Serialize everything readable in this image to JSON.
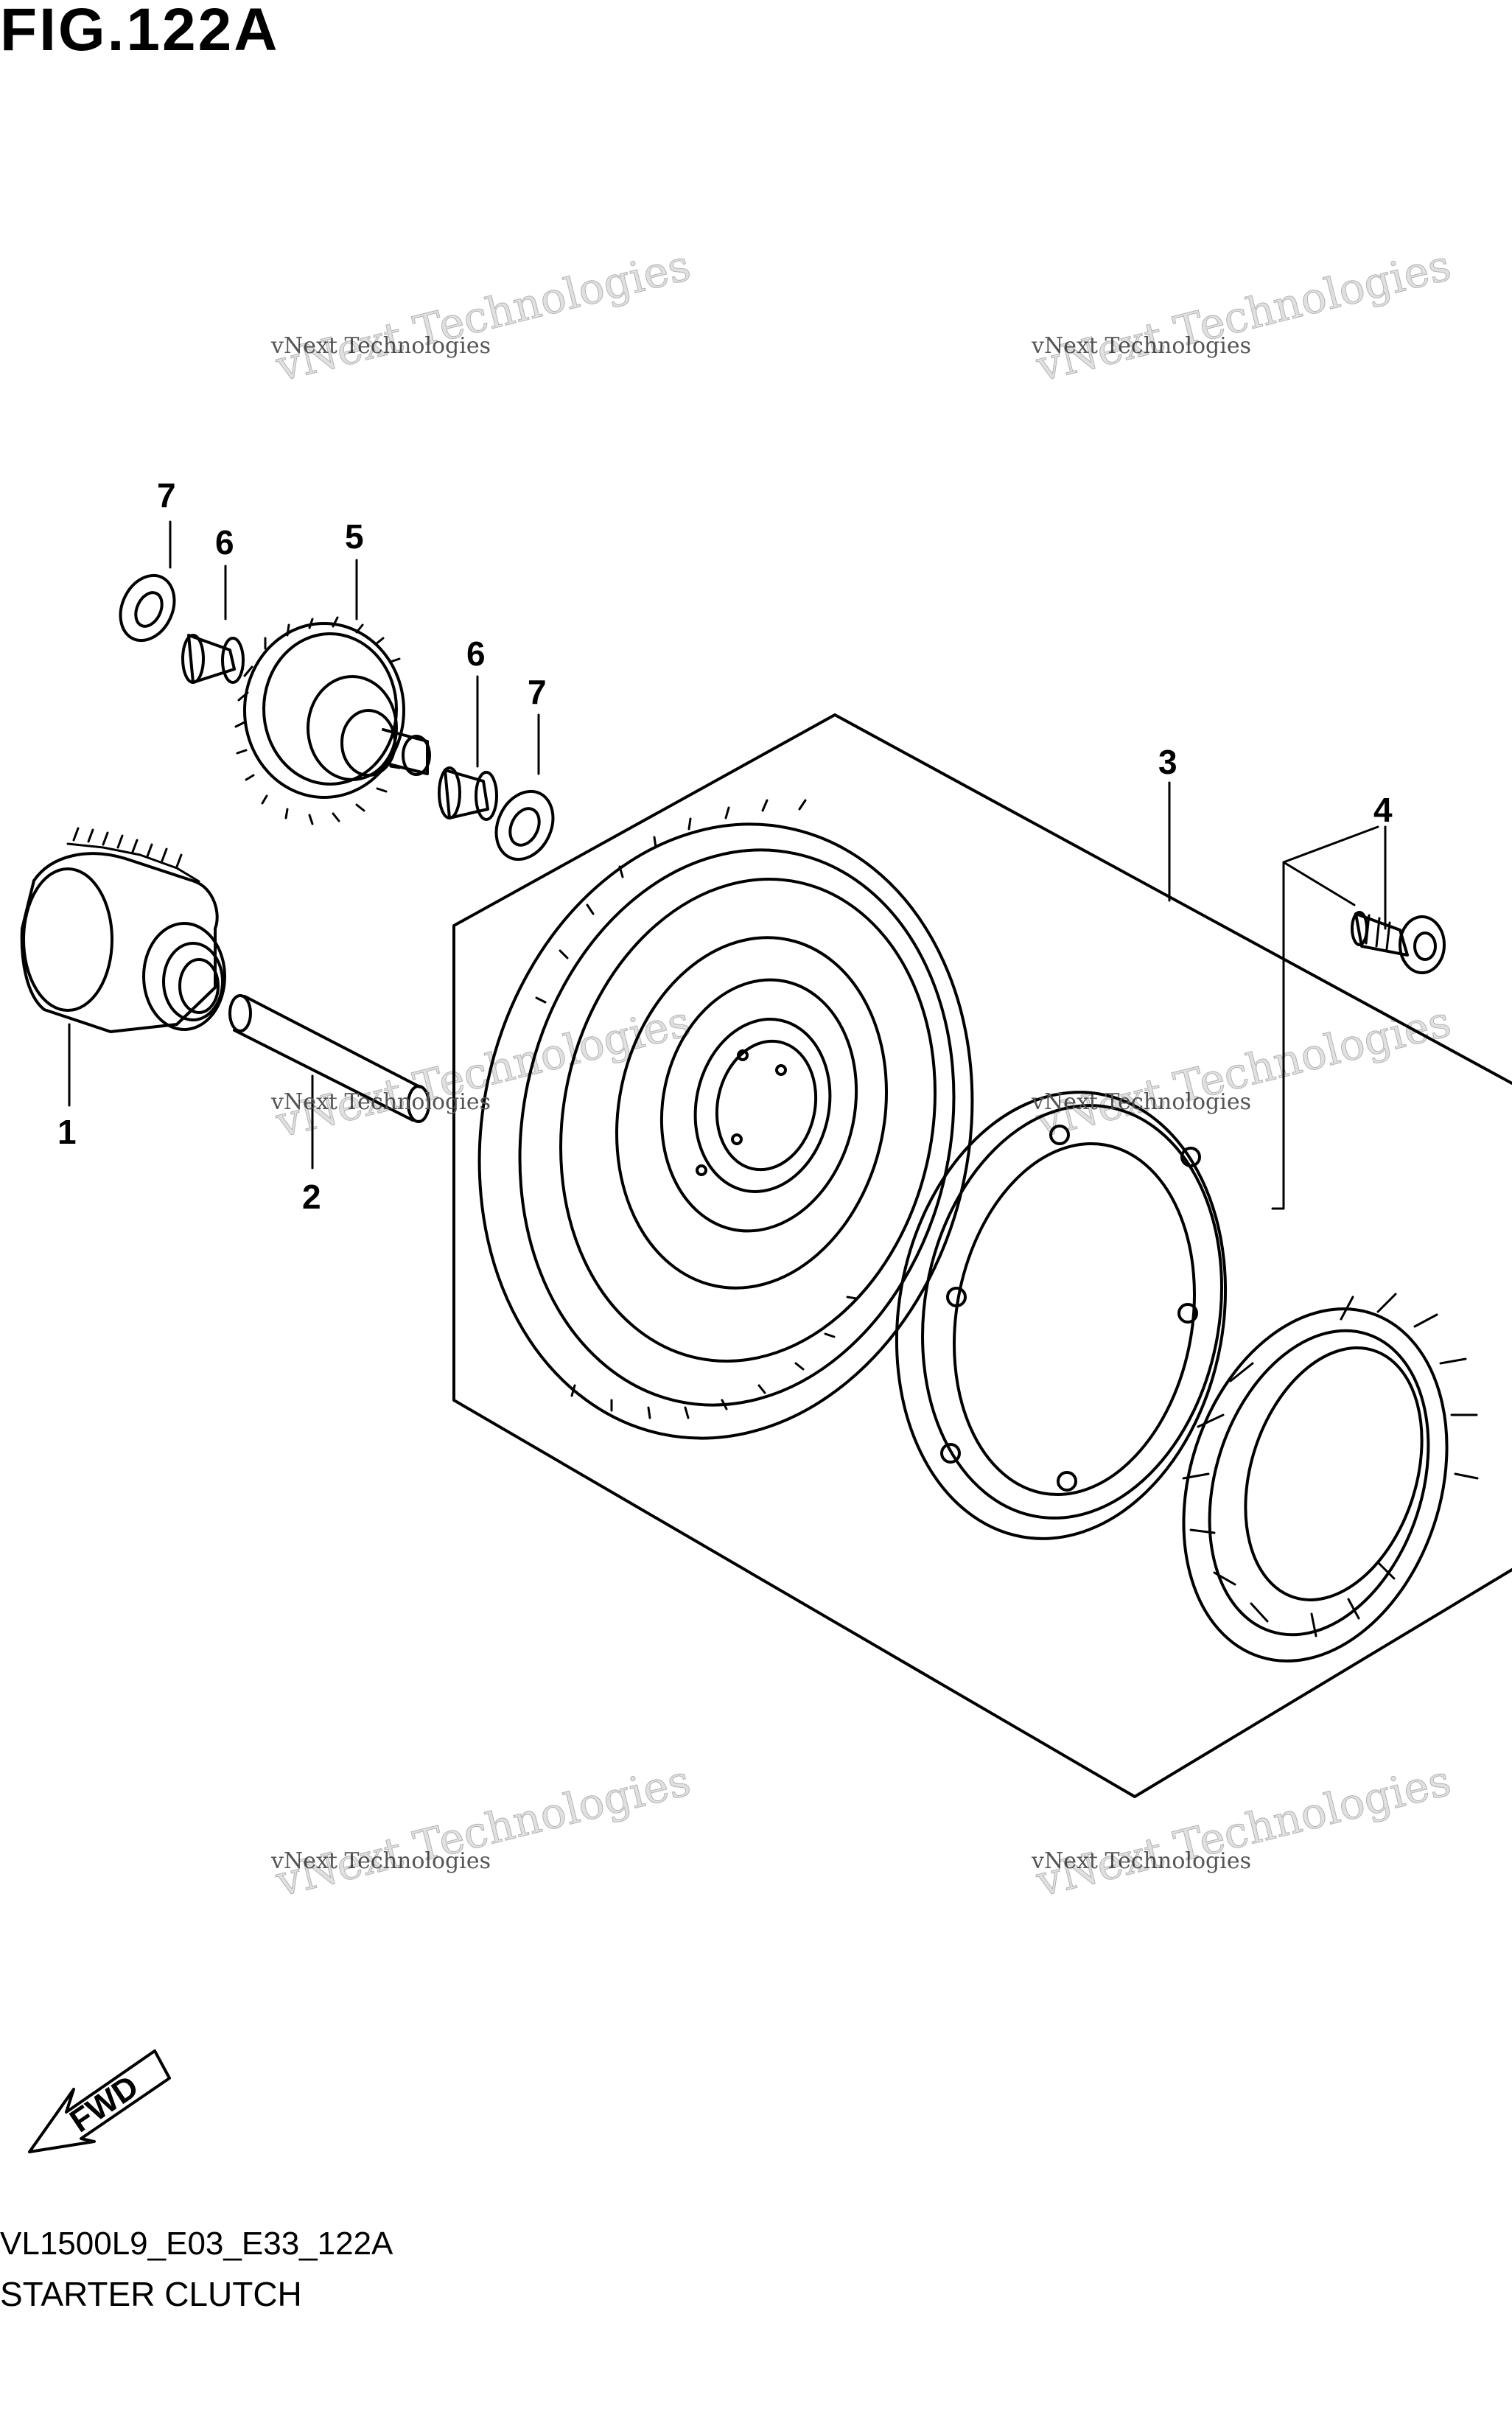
{
  "figure": {
    "title": "FIG.122A",
    "code": "VL1500L9_E03_E33_122A",
    "caption": "STARTER CLUTCH"
  },
  "callouts": {
    "c1": "1",
    "c2": "2",
    "c3": "3",
    "c4": "4",
    "c5": "5",
    "c6a": "6",
    "c6b": "6",
    "c7a": "7",
    "c7b": "7"
  },
  "fwd_label": "FWD",
  "watermarks": [
    {
      "small": "vNext Technologies",
      "big": "vNext Technologies"
    },
    {
      "small": "vNext Technologies",
      "big": "vNext Technologies"
    },
    {
      "small": "vNext Technologies",
      "big": "vNext Technologies"
    },
    {
      "small": "vNext Technologies",
      "big": "vNext Technologies"
    },
    {
      "small": "vNext Technologies",
      "big": "vNext Technologies"
    },
    {
      "small": "vNext Technologies",
      "big": "vNext Technologies"
    }
  ]
}
